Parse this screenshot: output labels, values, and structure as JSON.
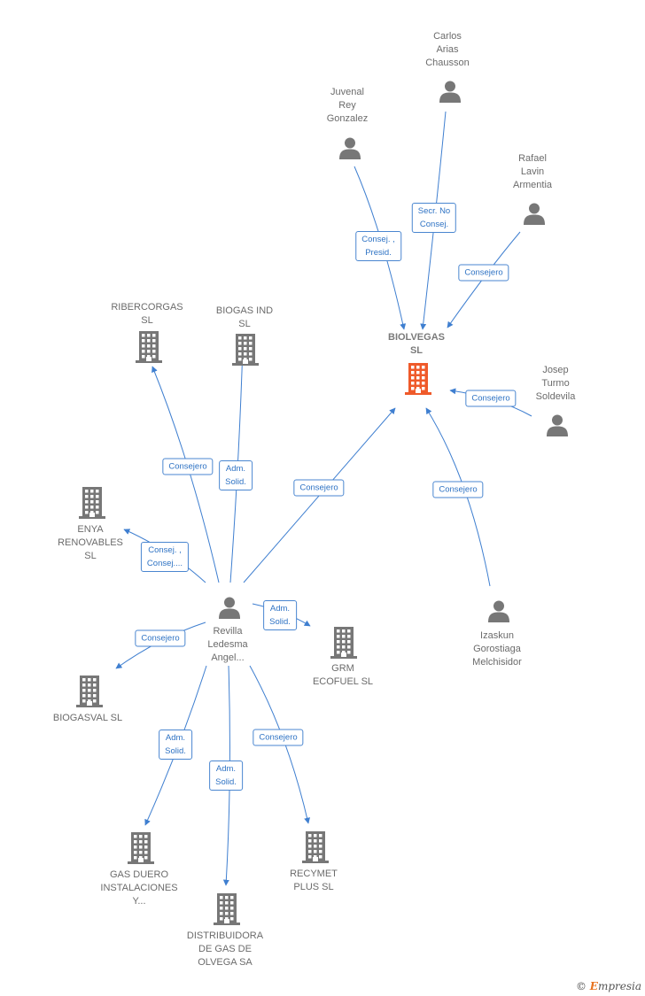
{
  "colors": {
    "edge": "#3f7fd0",
    "person": "#777777",
    "company": "#777777",
    "company_highlight": "#ef5a2a"
  },
  "nodes": [
    {
      "id": "carlos",
      "type": "person",
      "label": "Carlos\nArias\nChausson"
    },
    {
      "id": "juvenal",
      "type": "person",
      "label": "Juvenal\nRey\nGonzalez"
    },
    {
      "id": "rafael",
      "type": "person",
      "label": "Rafael\nLavin\nArmentia"
    },
    {
      "id": "biolvegas",
      "type": "company",
      "highlight": true,
      "label": "BIOLVEGAS\nSL"
    },
    {
      "id": "josep",
      "type": "person",
      "label": "Josep\nTurmo\nSoldevila"
    },
    {
      "id": "izaskun",
      "type": "person",
      "label": "Izaskun\nGorostiaga\nMelchisidor"
    },
    {
      "id": "ribercorgas",
      "type": "company",
      "label": "RIBERCORGAS\nSL"
    },
    {
      "id": "biogasind",
      "type": "company",
      "label": "BIOGAS IND\nSL"
    },
    {
      "id": "enya",
      "type": "company",
      "label": "ENYA\nRENOVABLES\nSL"
    },
    {
      "id": "revilla",
      "type": "person",
      "label": "Revilla\nLedesma\nAngel..."
    },
    {
      "id": "grm",
      "type": "company",
      "label": "GRM\nECOFUEL SL"
    },
    {
      "id": "biogasval",
      "type": "company",
      "label": "BIOGASVAL SL"
    },
    {
      "id": "gasduero",
      "type": "company",
      "label": "GAS DUERO\nINSTALACIONES\nY..."
    },
    {
      "id": "recymet",
      "type": "company",
      "label": "RECYMET\nPLUS SL"
    },
    {
      "id": "distribuidora",
      "type": "company",
      "label": "DISTRIBUIDORA\nDE GAS DE\nOLVEGA SA"
    }
  ],
  "edges": [
    {
      "from": "juvenal",
      "to": "biolvegas",
      "label": "Consej. ,\nPresid."
    },
    {
      "from": "carlos",
      "to": "biolvegas",
      "label": "Secr. No\nConsej."
    },
    {
      "from": "rafael",
      "to": "biolvegas",
      "label": "Consejero"
    },
    {
      "from": "josep",
      "to": "biolvegas",
      "label": "Consejero"
    },
    {
      "from": "izaskun",
      "to": "biolvegas",
      "label": "Consejero"
    },
    {
      "from": "revilla",
      "to": "biolvegas",
      "label": "Consejero"
    },
    {
      "from": "revilla",
      "to": "ribercorgas",
      "label": "Consejero"
    },
    {
      "from": "revilla",
      "to": "biogasind",
      "label": "Adm.\nSolid."
    },
    {
      "from": "revilla",
      "to": "enya",
      "label": "Consej. ,\nConsej...."
    },
    {
      "from": "revilla",
      "to": "grm",
      "label": "Adm.\nSolid."
    },
    {
      "from": "revilla",
      "to": "biogasval",
      "label": "Consejero"
    },
    {
      "from": "revilla",
      "to": "gasduero",
      "label": "Adm.\nSolid."
    },
    {
      "from": "revilla",
      "to": "distribuidora",
      "label": "Adm.\nSolid."
    },
    {
      "from": "revilla",
      "to": "recymet",
      "label": "Consejero"
    }
  ],
  "brand": {
    "symbol": "©",
    "initial": "E",
    "rest": "mpresia"
  }
}
